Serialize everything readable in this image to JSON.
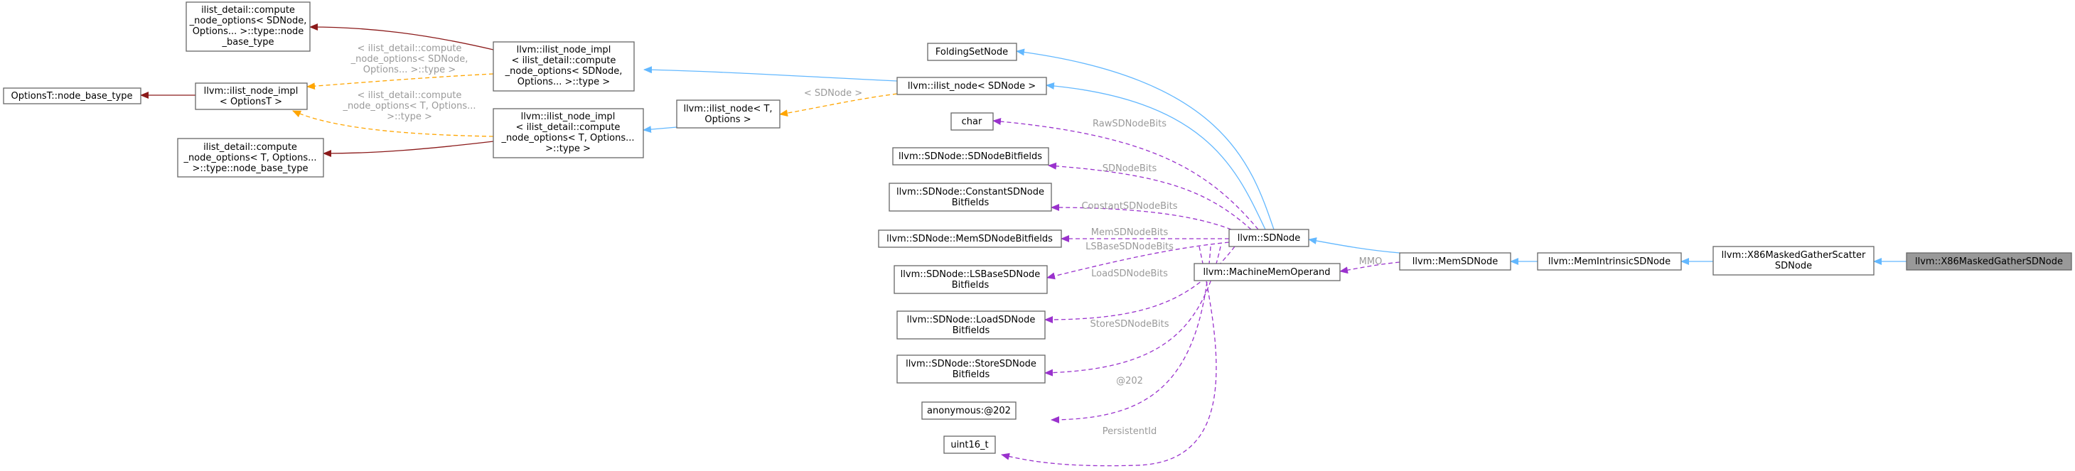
{
  "nodes": {
    "n_options_base": [
      "OptionsT::node_base_type"
    ],
    "n_node_impl_optionsT": [
      "llvm::ilist_node_impl",
      "< OptionsT >"
    ],
    "n_compute_sdnode_base": [
      "ilist_detail::compute",
      "_node_options< SDNode,",
      "Options... >::type::node",
      "_base_type"
    ],
    "n_compute_T_base": [
      "ilist_detail::compute",
      "_node_options< T, Options...",
      ">::type::node_base_type"
    ],
    "n_node_impl_sdnode": [
      "llvm::ilist_node_impl",
      "< ilist_detail::compute",
      "_node_options< SDNode,",
      "Options... >::type >"
    ],
    "n_node_impl_T": [
      "llvm::ilist_node_impl",
      "< ilist_detail::compute",
      "_node_options< T, Options...",
      ">::type >"
    ],
    "n_ilist_node_T": [
      "llvm::ilist_node< T,",
      "Options >"
    ],
    "n_foldingset": [
      "FoldingSetNode"
    ],
    "n_ilist_node_sdnode": [
      "llvm::ilist_node< SDNode >"
    ],
    "n_char": [
      "char"
    ],
    "n_sdnodebitfields": [
      "llvm::SDNode::SDNodeBitfields"
    ],
    "n_constantsdnodebitfields": [
      "llvm::SDNode::ConstantSDNode",
      "Bitfields"
    ],
    "n_memsdnodebitfields": [
      "llvm::SDNode::MemSDNodeBitfields"
    ],
    "n_lsbasesdnodebitfields": [
      "llvm::SDNode::LSBaseSDNode",
      "Bitfields"
    ],
    "n_loadsdnodebitfields": [
      "llvm::SDNode::LoadSDNode",
      "Bitfields"
    ],
    "n_storesdnodebitfields": [
      "llvm::SDNode::StoreSDNode",
      "Bitfields"
    ],
    "n_anon202": [
      "anonymous:@202"
    ],
    "n_uint16": [
      "uint16_t"
    ],
    "n_sdnode": [
      "llvm::SDNode"
    ],
    "n_machinememoperand": [
      "llvm::MachineMemOperand"
    ],
    "n_memsdnode": [
      "llvm::MemSDNode"
    ],
    "n_memintrinsic": [
      "llvm::MemIntrinsicSDNode"
    ],
    "n_x86gatherscatter": [
      "llvm::X86MaskedGatherScatter",
      "SDNode"
    ],
    "n_x86gather": [
      "llvm::X86MaskedGatherSDNode"
    ]
  },
  "edge_labels": {
    "lbl_sdnode_tmpl": [
      "< ilist_detail::compute",
      "_node_options< SDNode,",
      "Options... >::type >"
    ],
    "lbl_T_tmpl": [
      "< ilist_detail::compute",
      "_node_options< T, Options...",
      ">::type >"
    ],
    "lbl_sdnode_arg": [
      "< SDNode >"
    ],
    "lbl_raw": [
      "RawSDNodeBits"
    ],
    "lbl_sdnodebits": [
      "SDNodeBits"
    ],
    "lbl_constant": [
      "ConstantSDNodeBits"
    ],
    "lbl_mem": [
      "MemSDNodeBits"
    ],
    "lbl_lsbase": [
      "LSBaseSDNodeBits"
    ],
    "lbl_load": [
      "LoadSDNodeBits"
    ],
    "lbl_store": [
      "StoreSDNodeBits"
    ],
    "lbl_202": [
      "@202"
    ],
    "lbl_persistent": [
      "PersistentId"
    ],
    "lbl_mmo": [
      "MMO"
    ]
  },
  "colors": {
    "inheritance": "#63b8ff",
    "template_instance": "#ffa500",
    "member_usage": "#9a32cd",
    "dark_red_edge": "#8b1a1a",
    "highlighted_node_fill": "#999999",
    "edge_label_text": "#9a9a9a"
  }
}
